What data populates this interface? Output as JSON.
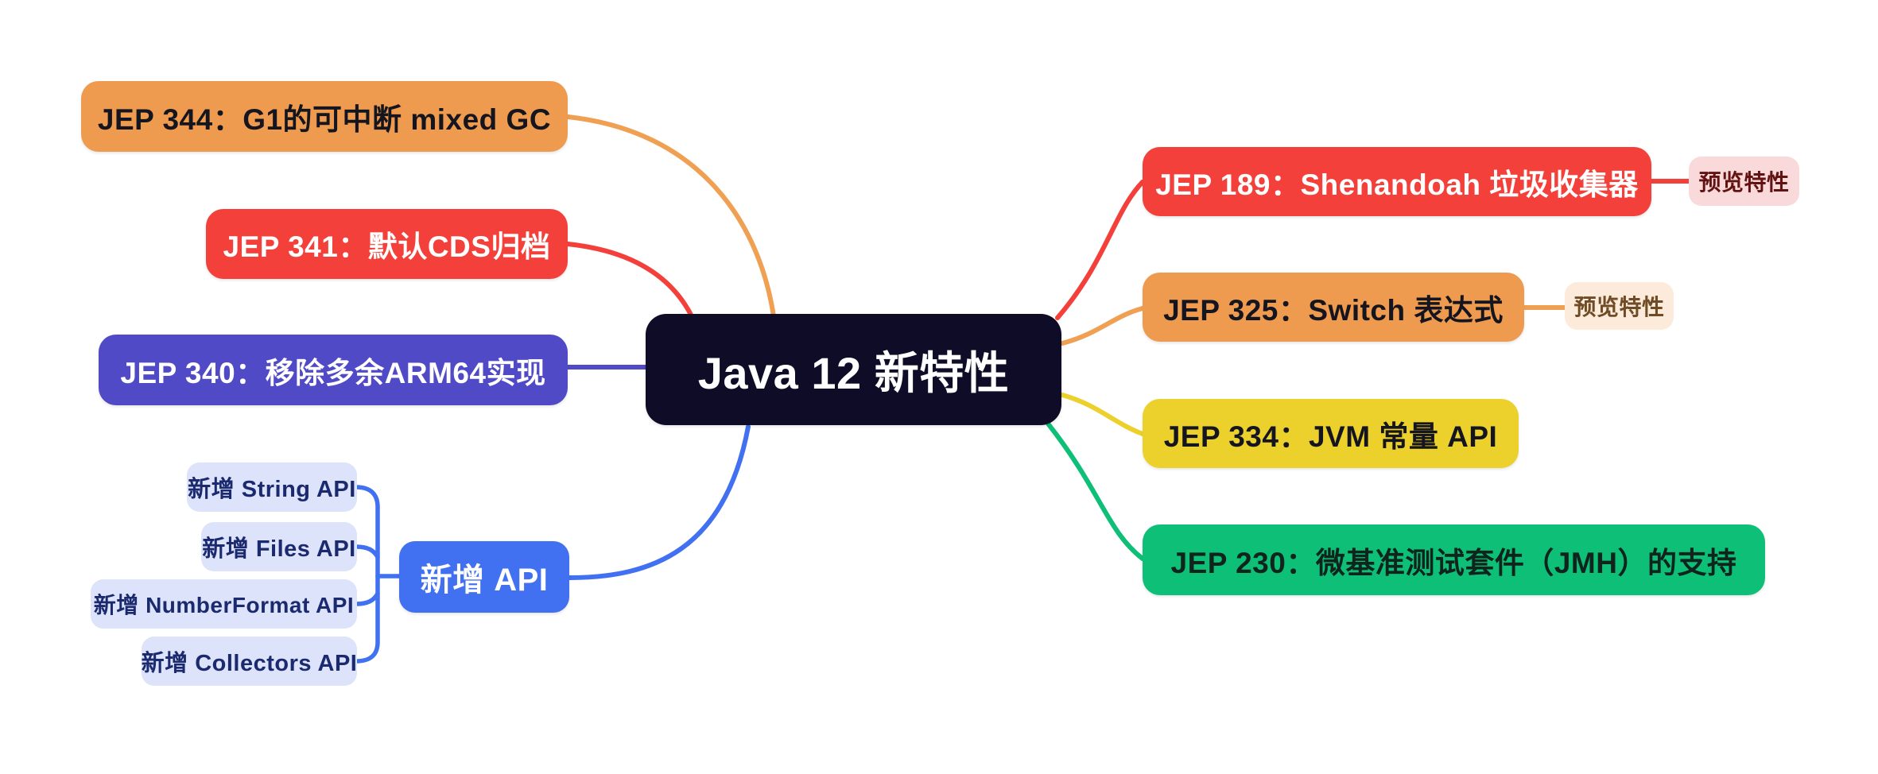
{
  "diagram": {
    "title": "Java 12 新特性",
    "background": "#FFFFFF",
    "root": {
      "label": "Java 12 新特性",
      "bg": "#0E0C26",
      "text_color": "#FFFFFF"
    },
    "left": {
      "jep344": {
        "label": "JEP 344：G1的可中断 mixed GC",
        "bg": "#EF9B4F",
        "text_color": "#15151F",
        "edge_color": "#F0A053"
      },
      "jep341": {
        "label": "JEP 341：默认CDS归档",
        "bg": "#F4403A",
        "text_color": "#FFFFFF",
        "edge_color": "#F4403A"
      },
      "jep340": {
        "label": "JEP 340：移除多余ARM64实现",
        "bg": "#514AC6",
        "text_color": "#FFFFFF",
        "edge_color": "#514AC6"
      },
      "api": {
        "label": "新增 API",
        "bg": "#4170F0",
        "text_color": "#FFFFFF",
        "edge_color": "#4170F0",
        "child_bg": "#DCE3FB",
        "child_text_color": "#1B2A6E",
        "children": [
          {
            "label": "新增 String API"
          },
          {
            "label": "新增 Files API"
          },
          {
            "label": "新增 NumberFormat API"
          },
          {
            "label": "新增 Collectors API"
          }
        ]
      }
    },
    "right": {
      "jep189": {
        "label": "JEP 189：Shenandoah 垃圾收集器",
        "bg": "#F4403A",
        "text_color": "#FFFFFF",
        "edge_color": "#F4403A",
        "badge": {
          "label": "预览特性",
          "bg": "#FAD9DA",
          "text_color": "#621311"
        }
      },
      "jep325": {
        "label": "JEP 325：Switch 表达式",
        "bg": "#EF9B4F",
        "text_color": "#15151F",
        "edge_color": "#F0A053",
        "badge": {
          "label": "预览特性",
          "bg": "#FCEBDA",
          "text_color": "#6F4B26"
        }
      },
      "jep334": {
        "label": "JEP 334：JVM 常量 API",
        "bg": "#ECD02B",
        "text_color": "#15151F",
        "edge_color": "#ECD02B"
      },
      "jep230": {
        "label": "JEP 230：微基准测试套件（JMH）的支持",
        "bg": "#0DBF77",
        "text_color": "#0F241C",
        "edge_color": "#0DBF77"
      }
    }
  }
}
